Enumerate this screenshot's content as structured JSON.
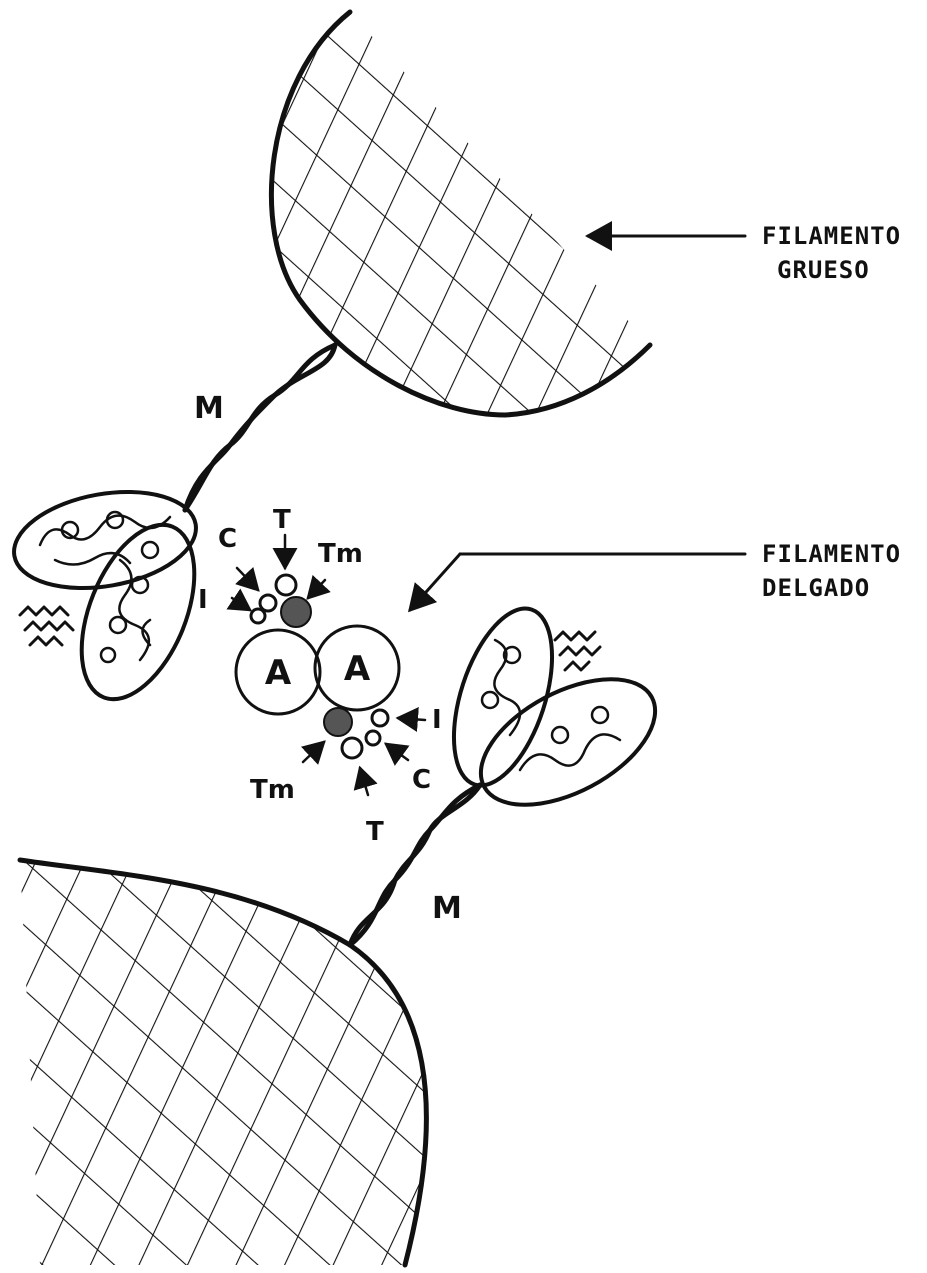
{
  "labels": {
    "thick_filament_line1": "FILAMENTO",
    "thick_filament_line2": "GRUESO",
    "thin_filament_line1": "FILAMENTO",
    "thin_filament_line2": "DELGADO",
    "myosin": "M",
    "actin": "A",
    "troponin_t": "T",
    "troponin_c": "C",
    "troponin_i": "I",
    "tropomyosin": "Tm"
  },
  "colors": {
    "ink": "#111111",
    "background": "#ffffff",
    "tropomyosin_fill": "#555555"
  }
}
